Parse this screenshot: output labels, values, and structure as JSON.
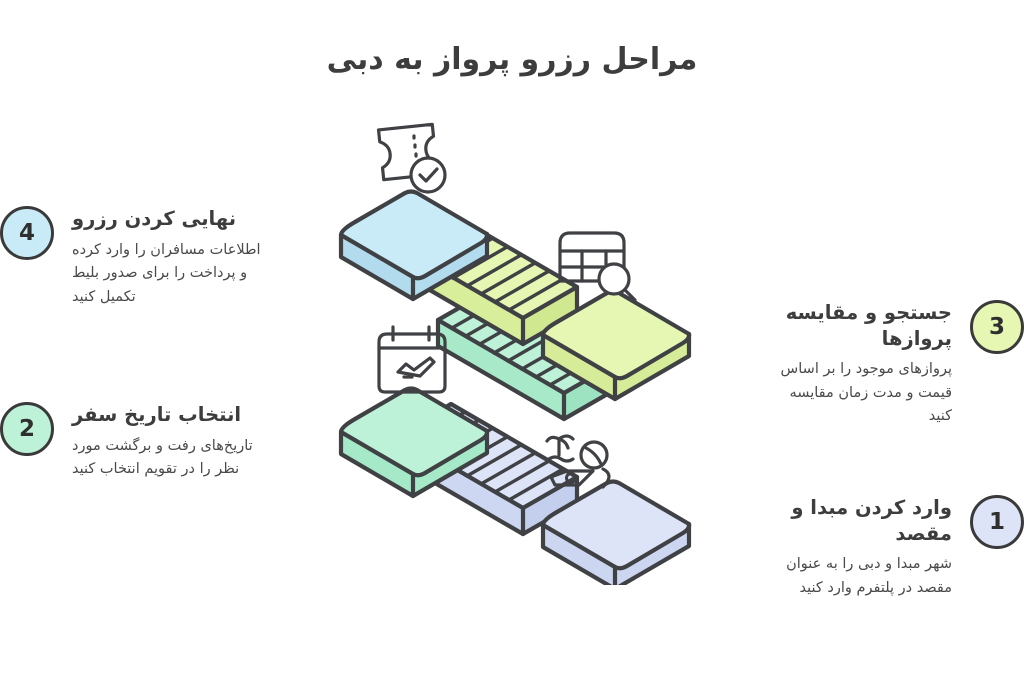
{
  "header": {
    "title": "مراحل رزرو پرواز به دبی"
  },
  "colors": {
    "ink": "#3a3a3a",
    "platform_cyan": "#c9ebf7",
    "platform_lime": "#e6f7b4",
    "platform_mint": "#bdf2d8",
    "platform_lavender": "#dde4f8",
    "background": "#ffffff"
  },
  "steps": [
    {
      "number": "1",
      "title": "وارد کردن مبدا و\nمقصد",
      "description": "شهر مبدا و دبی را به عنوان\nمقصد در پلتفرم وارد کنید",
      "side": "right",
      "circle_color": "#dde4f8",
      "icon": "beach-island-icon"
    },
    {
      "number": "2",
      "title": "انتخاب تاریخ سفر",
      "description": "تاریخ‌های رفت و برگشت مورد\nنظر را در تقویم انتخاب کنید",
      "side": "left",
      "circle_color": "#bdf2d8",
      "icon": "calendar-plane-icon"
    },
    {
      "number": "3",
      "title": "جستجو و مقایسه\nپروازها",
      "description": "پروازهای موجود را بر اساس\nقیمت و مدت زمان مقایسه\nکنید",
      "side": "right",
      "circle_color": "#e6f7b4",
      "icon": "table-search-icon"
    },
    {
      "number": "4",
      "title": "نهایی کردن رزرو",
      "description": "اطلاعات مسافران را وارد کرده\nو پرداخت را برای صدور بلیط\nتکمیل کنید",
      "side": "left",
      "circle_color": "#c9ebf7",
      "icon": "ticket-check-icon"
    }
  ],
  "illustration": {
    "name": "isometric-staircase",
    "platforms": [
      {
        "name": "platform-4-top",
        "fill": "#c9ebf7"
      },
      {
        "name": "platform-3",
        "fill": "#e6f7b4"
      },
      {
        "name": "platform-2",
        "fill": "#bdf2d8"
      },
      {
        "name": "platform-1-bottom",
        "fill": "#dde4f8"
      }
    ],
    "flights": [
      {
        "name": "stair-flight-lime",
        "fill": "#e6f7b4"
      },
      {
        "name": "stair-flight-mint",
        "fill": "#bdf2d8"
      },
      {
        "name": "stair-flight-lavender",
        "fill": "#dde4f8"
      }
    ]
  }
}
